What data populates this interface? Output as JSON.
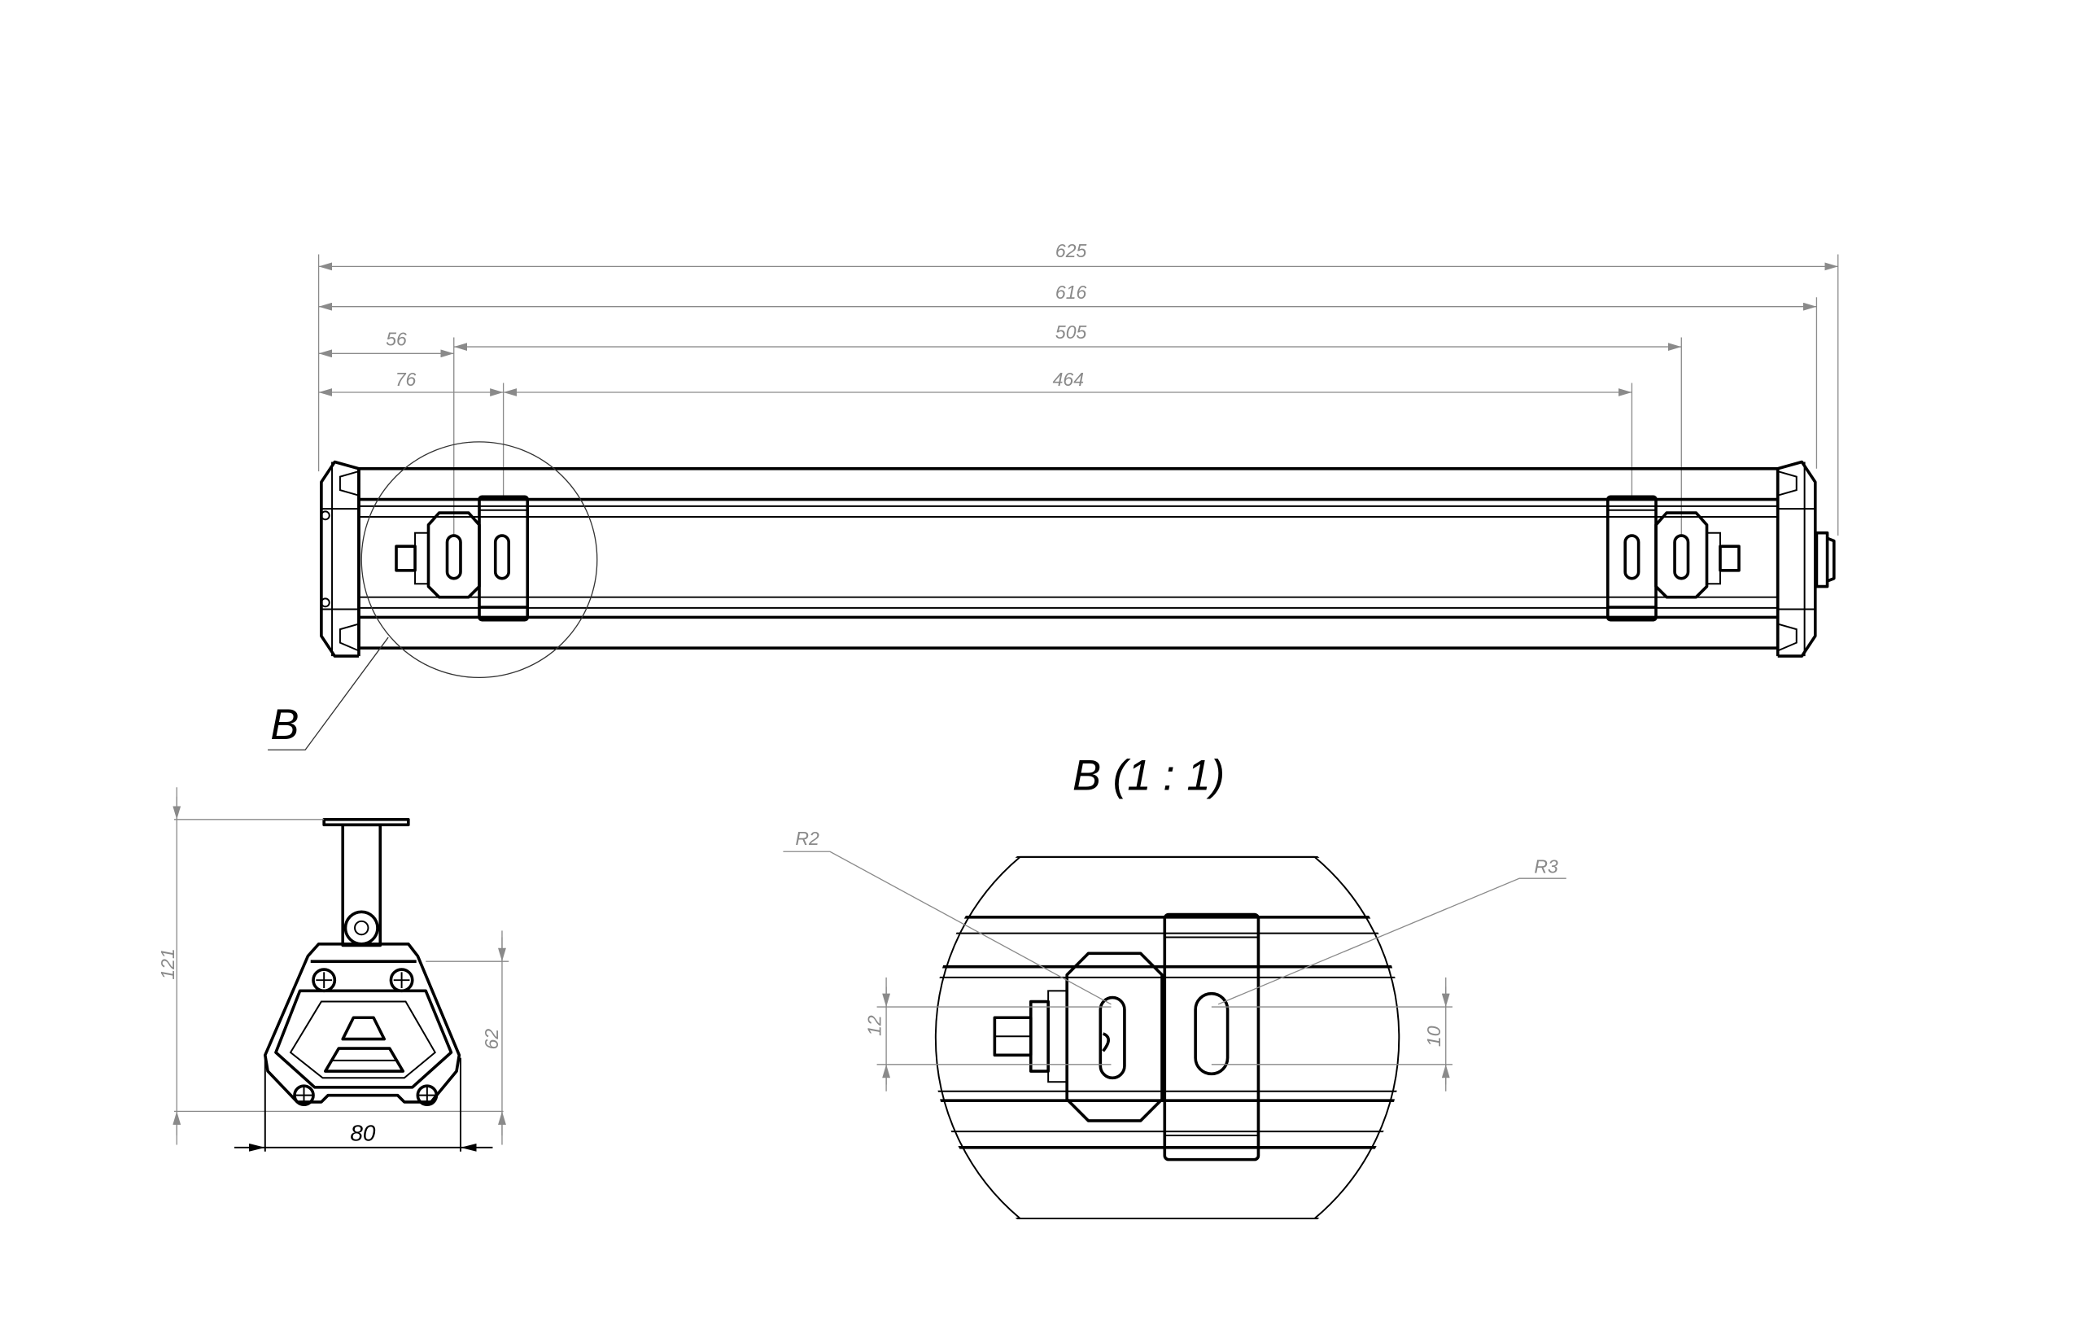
{
  "main_view": {
    "dimensions": {
      "overall": "625",
      "body": "616",
      "left_56": "56",
      "mount_505": "505",
      "left_76": "76",
      "mount_464": "464"
    },
    "detail_callout": "B"
  },
  "end_view": {
    "dimensions": {
      "height": "121",
      "body_height": "62",
      "width": "80"
    }
  },
  "detail_view": {
    "title": "B (1 : 1)",
    "dimensions": {
      "r2": "R2",
      "r3": "R3",
      "slot_12": "12",
      "slot_10": "10"
    }
  },
  "colors": {
    "line": "#000000",
    "dimension": "#8a8a8a"
  }
}
